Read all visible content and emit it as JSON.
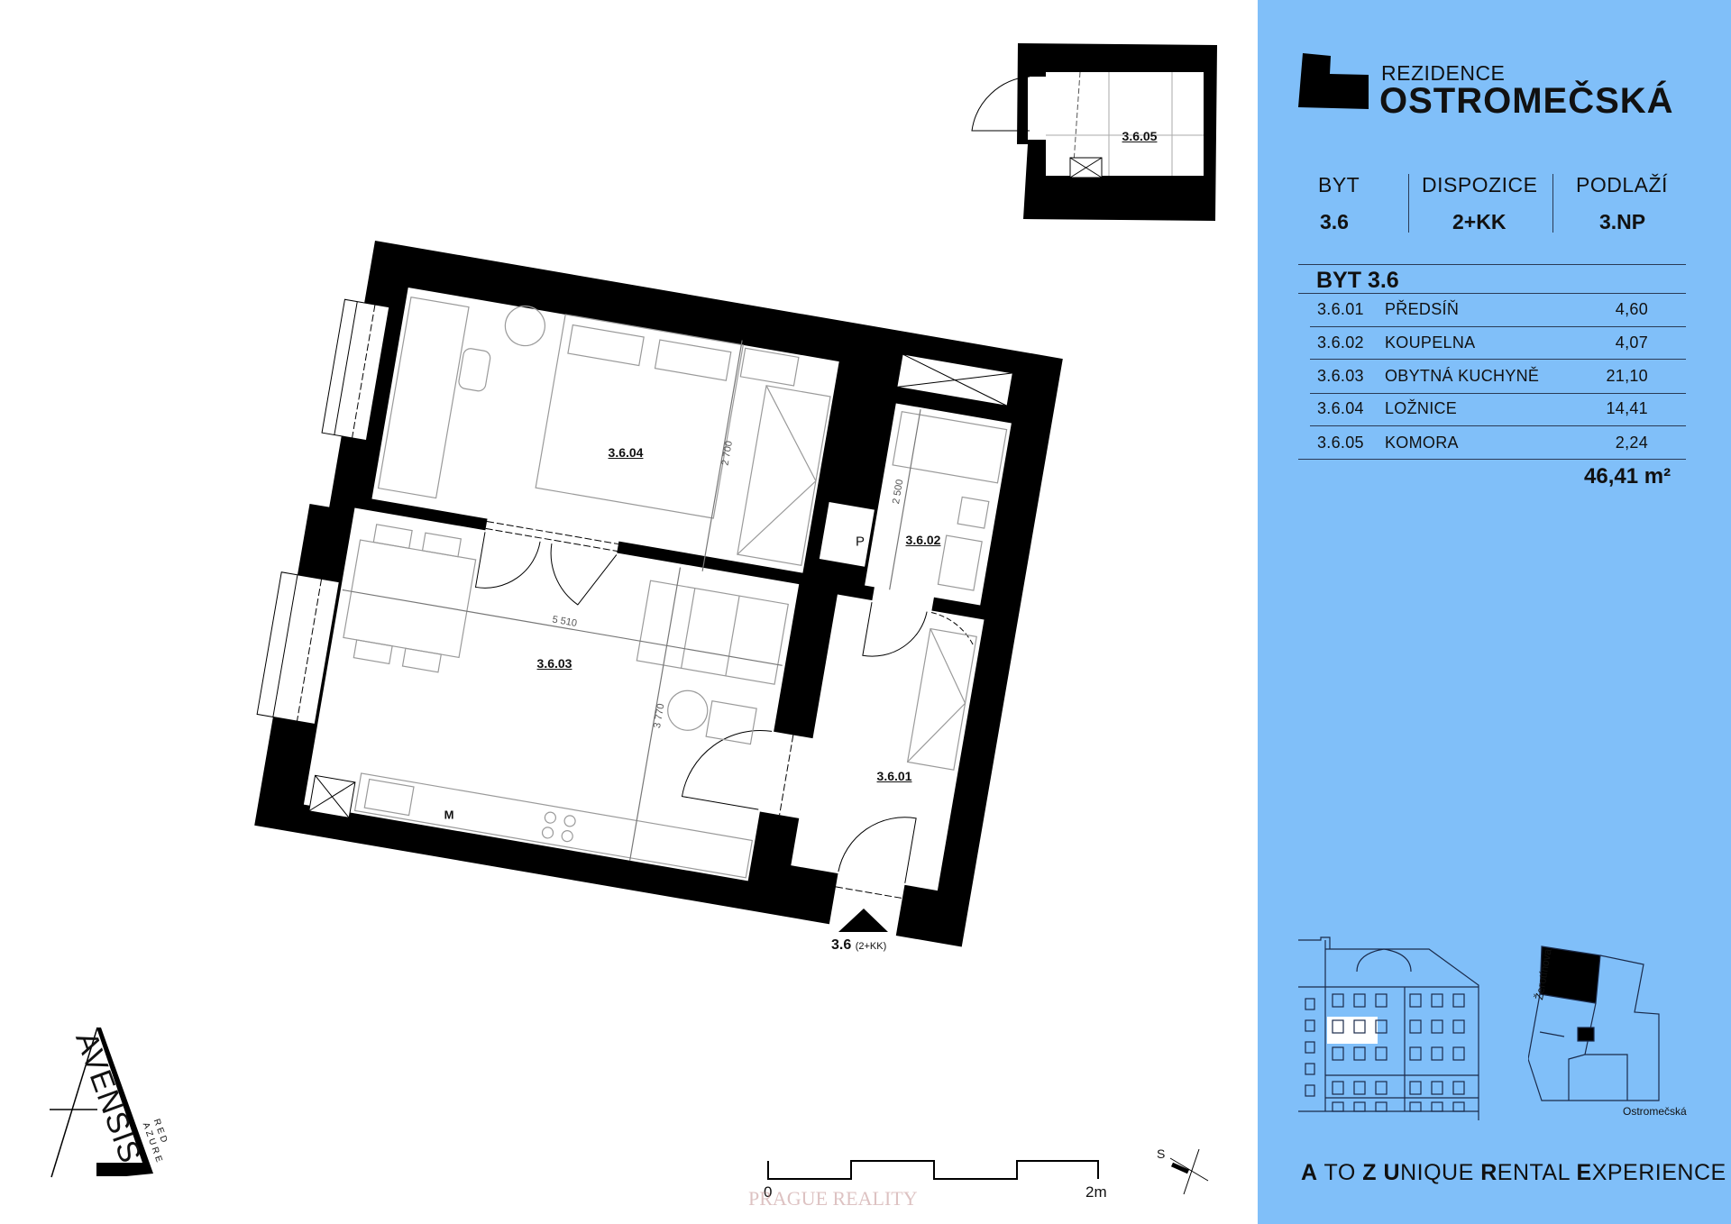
{
  "brand": {
    "line1": "REZIDENCE",
    "line2": "OSTROMEČSKÁ"
  },
  "summary": {
    "headers": [
      "BYT",
      "DISPOZICE",
      "PODLAŽÍ"
    ],
    "values": [
      "3.6",
      "2+KK",
      "3.NP"
    ]
  },
  "table": {
    "title": "BYT 3.6",
    "rows": [
      {
        "code": "3.6.01",
        "name": "PŘEDSÍŇ",
        "area": "4,60"
      },
      {
        "code": "3.6.02",
        "name": "KOUPELNA",
        "area": "4,07"
      },
      {
        "code": "3.6.03",
        "name": "OBYTNÁ KUCHYNĚ",
        "area": "21,10"
      },
      {
        "code": "3.6.04",
        "name": "LOŽNICE",
        "area": "14,41"
      },
      {
        "code": "3.6.05",
        "name": "KOMORA",
        "area": "2,24"
      }
    ],
    "total": "46,41 m²"
  },
  "tagline": [
    {
      "b": "A",
      "r": " TO "
    },
    {
      "b": "Z",
      "r": " "
    },
    {
      "b": "U",
      "r": "NIQUE "
    },
    {
      "b": "R",
      "r": "ENTAL "
    },
    {
      "b": "E",
      "r": "XPERIENCE"
    }
  ],
  "site": {
    "street1": "Žerotínova",
    "street2": "Ostromečská"
  },
  "plan": {
    "rooms": [
      "3.6.01",
      "3.6.02",
      "3.6.03",
      "3.6.04",
      "3.6.05"
    ],
    "shaft_label": "P",
    "microwave_label": "M",
    "dimensions": {
      "bedroom_depth": "2 700",
      "bath_depth": "2 500",
      "living_width": "5 510",
      "living_depth": "3 770"
    },
    "entry_label": "3.6",
    "entry_sub": "(2+KK)"
  },
  "scale": {
    "start": "0",
    "end": "2m"
  },
  "north": "S",
  "logo": {
    "main": "AVENSIS",
    "sub1": "RED",
    "sub2": "AZURE"
  },
  "watermark": "PRAGUE REALITY",
  "colors": {
    "panel": "#80bff9",
    "wall": "#000000",
    "furniture": "#9a9a9a"
  }
}
